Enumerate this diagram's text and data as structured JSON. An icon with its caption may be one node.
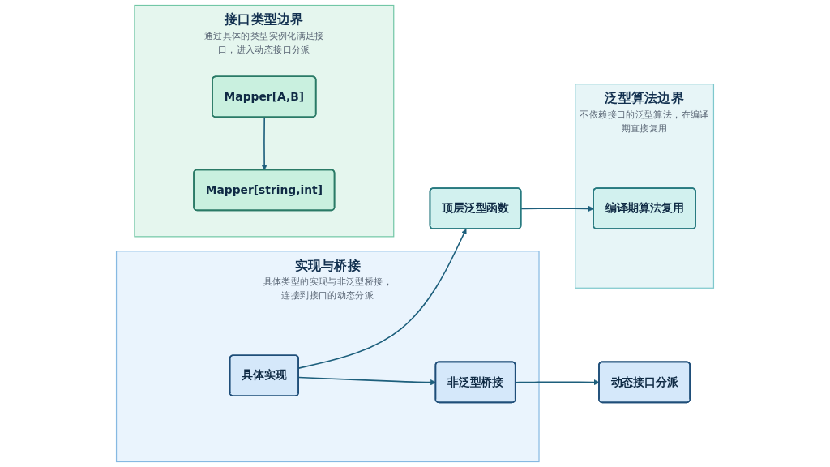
{
  "diagram": {
    "nodes": [
      {
        "text": [
          "实现与桥接",
          "具体类型的实现与非泛型桥接，连接到接口的动态分派"
        ]
      },
      {
        "text": [
          "具体实现"
        ],
        "in": 0
      },
      {
        "text": [
          "非泛型桥接"
        ],
        "in": 0
      },
      {
        "text": [
          "接口类型边界",
          "通过具体的类型实例化满足接口，进入动态接口分派"
        ]
      },
      {
        "text": [
          "Mapper[A,B]"
        ],
        "in": 3
      },
      {
        "text": [
          "Mapper[string,int]"
        ],
        "in": 3
      },
      {
        "text": [
          "动态接口分派"
        ]
      },
      {
        "text": [
          "泛型算法边界",
          "不依赖接口的泛型算法，在编译期直接复用"
        ]
      },
      {
        "text": [
          "顶层泛型函数"
        ]
      },
      {
        "text": [
          "编译期算法复用"
        ],
        "in": 7
      }
    ],
    "edges": [
      {
        "from": 1,
        "to": 2,
        "arrow": "to"
      },
      {
        "from": 2,
        "to": 6,
        "arrow": "to"
      },
      {
        "from": 4,
        "to": 5,
        "arrow": "to"
      },
      {
        "from": 1,
        "to": 8,
        "arrow": "to"
      },
      {
        "from": 8,
        "to": 9,
        "arrow": "to"
      }
    ]
  }
}
